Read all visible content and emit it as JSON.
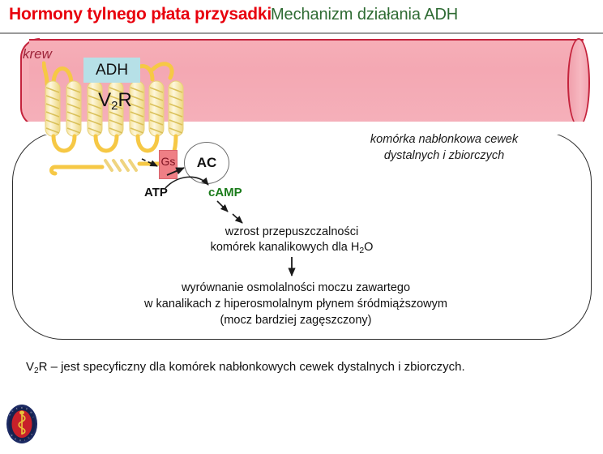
{
  "title": {
    "main": "Hormony tylnego płata przysadki",
    "sub": "Mechanizm działania ADH"
  },
  "diagram": {
    "vessel_label": "krew",
    "cell_label_line1": "komórka nabłonkowa cewek",
    "cell_label_line2": "dystalnych i zbiorczych",
    "hormone_box": "ADH",
    "receptor_label_pre": "V",
    "receptor_label_sub": "2",
    "receptor_label_post": "R",
    "g_protein": "Gs",
    "enzyme": "AC",
    "substrate": "ATP",
    "second_messenger": "cAMP",
    "effect1_line1": "wzrost przepuszczalności",
    "effect1_line2_pre": "komórek kanalikowych dla H",
    "effect1_line2_sub": "2",
    "effect1_line2_post": "O",
    "effect2_line1": "wyrównanie osmolalności moczu zawartego",
    "effect2_line2": "w kanalikach z hiperosmolalnym płynem śródmiąższowym",
    "effect2_line3": "(mocz bardziej zagęszczony)"
  },
  "caption": {
    "pre": "V",
    "sub": "2",
    "post": "R – jest specyficzny dla komórek nabłonkowych cewek dystalnych i zbiorczych."
  },
  "logo": {
    "name": "university-seal"
  },
  "colors": {
    "title_red": "#e8000d",
    "title_green": "#2e6b33",
    "blood_pink": "#f6aeb7",
    "blood_border": "#c4233c",
    "adh_blue": "#b6e0e7",
    "gs_pink": "#ef7f85",
    "camp_green": "#1c7c1c",
    "receptor_yellow": "#f2c94c"
  }
}
